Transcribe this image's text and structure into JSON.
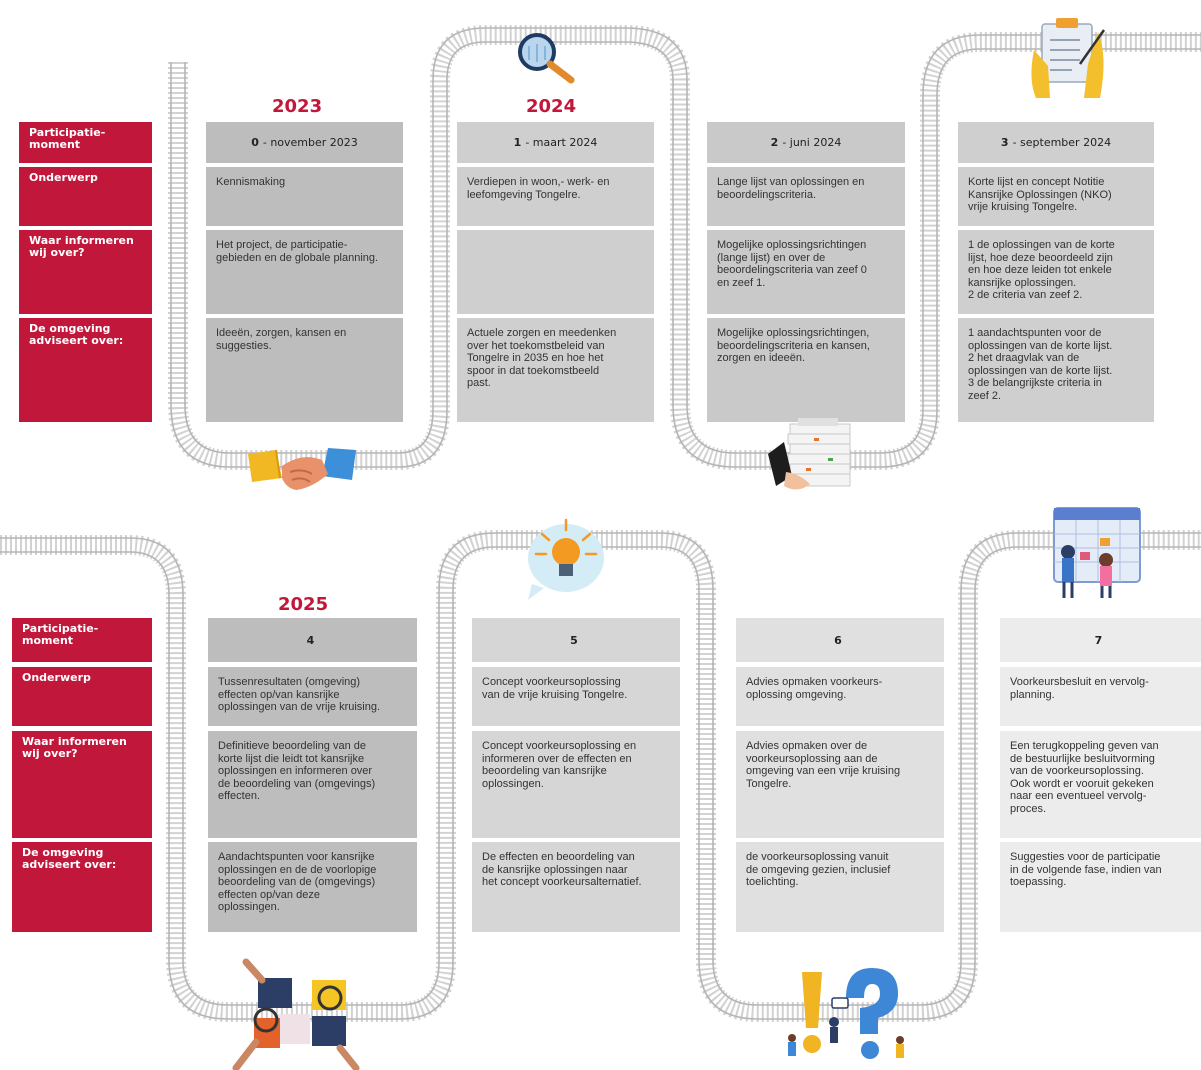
{
  "row_labels": {
    "moment": "Participatie-\nmoment",
    "onderwerp": "Onderwerp",
    "informeren": "Waar informeren\nwij over?",
    "adviseert": "De omgeving\nadviseert over:"
  },
  "years": [
    "2023",
    "2024",
    "2025"
  ],
  "phases": [
    {
      "num": "0",
      "date": "- november 2023",
      "onderwerp": "Kennismaking",
      "informeren": "Het project, de participatie-\ngebieden en de globale planning.",
      "adviseert": "Ideeën, zorgen, kansen en\nsuggesties."
    },
    {
      "num": "1",
      "date": "- maart 2024",
      "onderwerp": "Verdiepen in woon,- werk- en\nleefomgeving Tongelre.",
      "informeren": "",
      "adviseert": "Actuele zorgen en meedenken\nover het toekomstbeleid van\nTongelre in 2035 en hoe het\nspoor in dat toekomstbeeld\npast."
    },
    {
      "num": "2",
      "date": "- juni 2024",
      "onderwerp": "Lange lijst van oplossingen en\nbeoordelingscriteria.",
      "informeren": "Mogelijke oplossingsrichtingen\n(lange lijst) en over de\nbeoordelingscriteria van zeef 0\nen zeef 1.",
      "adviseert": "Mogelijke oplossingsrichtingen,\nbeoordelingscriteria en kansen,\nzorgen en ideeën."
    },
    {
      "num": "3",
      "date": "- september 2024",
      "onderwerp": "Korte lijst en concept Notitie\nKansrijke Oplossingen (NKO)\nvrije kruising Tongelre.",
      "informeren": "1  de oplossingen van de korte\n    lijst, hoe deze beoordeeld zijn\n    en hoe deze leiden tot enkele\n    kansrijke oplossingen.\n2  de criteria van zeef 2.",
      "adviseert": "1  aandachtspunten voor de\n    oplossingen van de korte lijst.\n2  het draagvlak van de\n    oplossingen van de korte lijst.\n3  de belangrijkste criteria in\n    zeef 2."
    },
    {
      "num": "4",
      "date": "",
      "onderwerp": "Tussenresultaten (omgeving)\neffecten op/van kansrijke\noplossingen van de vrije kruising.",
      "informeren": "Definitieve beoordeling van de\nkorte lijst die leidt tot kansrijke\noplossingen en informeren over\nde beoordeling van (omgevings)\neffecten.",
      "adviseert": "Aandachtspunten voor kansrijke\noplossingen en de de voorlopige\nbeoordeling van de (omgevings)\neffecten op/van deze\noplossingen."
    },
    {
      "num": "5",
      "date": "",
      "onderwerp": "Concept voorkeursoplossing\nvan de vrije kruising Tongelre.",
      "informeren": "Concept voorkeursoplossing en\ninformeren over de effecten en\nbeoordeling van kansrijke\noplossingen.",
      "adviseert": "De effecten en beoordeling van\nde kansrijke oplossingen naar\nhet concept voorkeursalternatief."
    },
    {
      "num": "6",
      "date": "",
      "onderwerp": "Advies opmaken voorkeurs-\noplossing omgeving.",
      "informeren": "Advies opmaken over de\nvoorkeursoplossing aan de\nomgeving van een vrije kruising\nTongelre.",
      "adviseert": "de voorkeursoplossing vanuit\nde omgeving gezien, inclusief\ntoelichting."
    },
    {
      "num": "7",
      "date": "",
      "onderwerp": "Voorkeursbesluit en vervolg-\nplanning.",
      "informeren": "Een terugkoppeling geven van\nde bestuurlijke besluitvorming\nvan de voorkeursoplossing.\nOok wordt er vooruit gekeken\nnaar een eventueel vervolg-\nproces.",
      "adviseert": "Suggesties voor de participatie\nin de volgende fase, indien van\ntoepassing."
    }
  ],
  "illustrations": [
    "handshake-icon",
    "magnifier-icon",
    "paper-stack-icon",
    "clipboard-icon",
    "lightbulb-icon",
    "calendar-icon",
    "puzzle-icon",
    "question-exclamation-icon"
  ],
  "colors": {
    "accent": "#c0173a",
    "track": "#c8c8c8"
  }
}
